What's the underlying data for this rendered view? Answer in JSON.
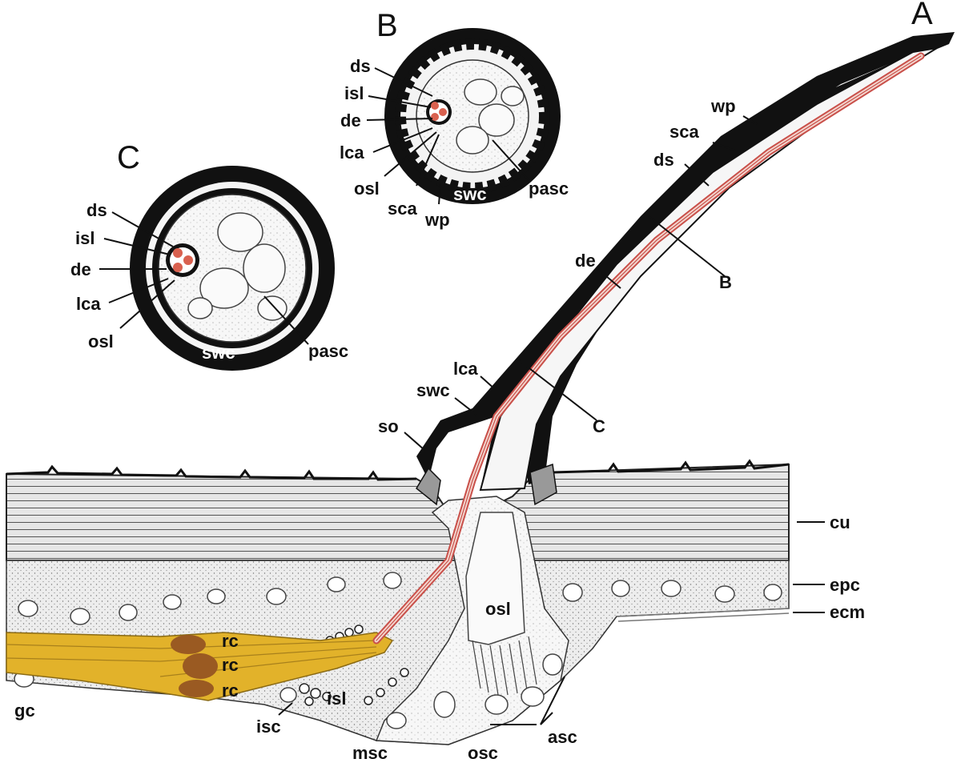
{
  "panels": {
    "a": "A",
    "b": "B",
    "c": "C"
  },
  "labels": {
    "wp": "wp",
    "sca": "sca",
    "ds": "ds",
    "de": "de",
    "lca": "lca",
    "swc": "swc",
    "so": "so",
    "cu": "cu",
    "epc": "epc",
    "ecm": "ecm",
    "osl": "osl",
    "rc": "rc",
    "gc": "gc",
    "isc": "isc",
    "isl": "isl",
    "msc": "msc",
    "osc": "osc",
    "asc": "asc",
    "pasc": "pasc"
  },
  "colors": {
    "ink": "#111111",
    "neuron": "#e2b22a",
    "nucleus": "#9a5a22",
    "dendrite": "#d98a78",
    "dendrite_core": "#c9504a",
    "cuticle": "#cfcfcf",
    "epidermis": "#d9d9d9",
    "paper": "#ffffff"
  }
}
